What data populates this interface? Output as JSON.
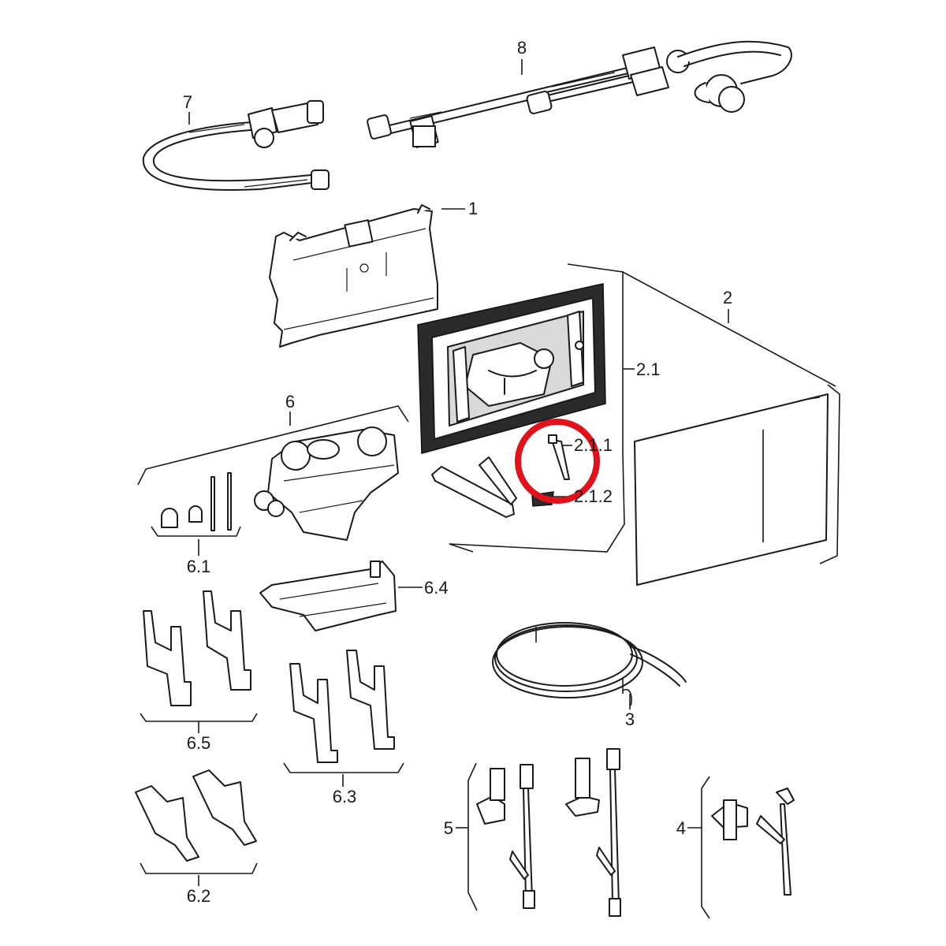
{
  "labels": {
    "l1": "1",
    "l2": "2",
    "l2_1": "2.1",
    "l2_1_1": "2.1.1",
    "l2_1_2": "2.1.2",
    "l3": "3",
    "l4": "4",
    "l5": "5",
    "l6": "6",
    "l6_1": "6.1",
    "l6_2": "6.2",
    "l6_3": "6.3",
    "l6_4": "6.4",
    "l6_5": "6.5",
    "l7": "7",
    "l8": "8"
  },
  "colors": {
    "line": "#1a1a1a",
    "highlight_circle": "#e0121b",
    "plate_fill": "#2b2b2b"
  },
  "highlight": {
    "target": "2.1.1"
  }
}
